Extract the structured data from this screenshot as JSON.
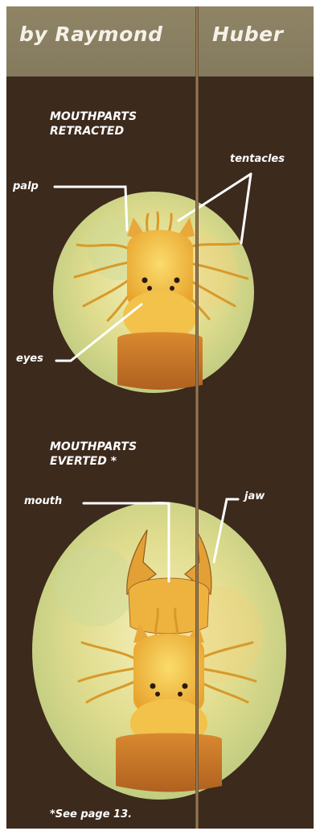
{
  "header": {
    "author_prefix": "by Raymond",
    "author_surname": "Huber"
  },
  "top_panel": {
    "heading_line1": "MOUTHPARTS",
    "heading_line2": "RETRACTED",
    "labels": {
      "palp": "palp",
      "tentacles": "tentacles",
      "eyes": "eyes"
    }
  },
  "bottom_panel": {
    "heading_line1": "MOUTHPARTS",
    "heading_line2": "EVERTED *",
    "labels": {
      "mouth": "mouth",
      "jaw": "jaw"
    }
  },
  "footnote": "*See page 13.",
  "colors": {
    "background": "#3c2a1d",
    "header_band": "#8a7f61",
    "text": "#ffffff",
    "larva_body": "#f1b93a",
    "larva_collar": "#c9772d"
  }
}
